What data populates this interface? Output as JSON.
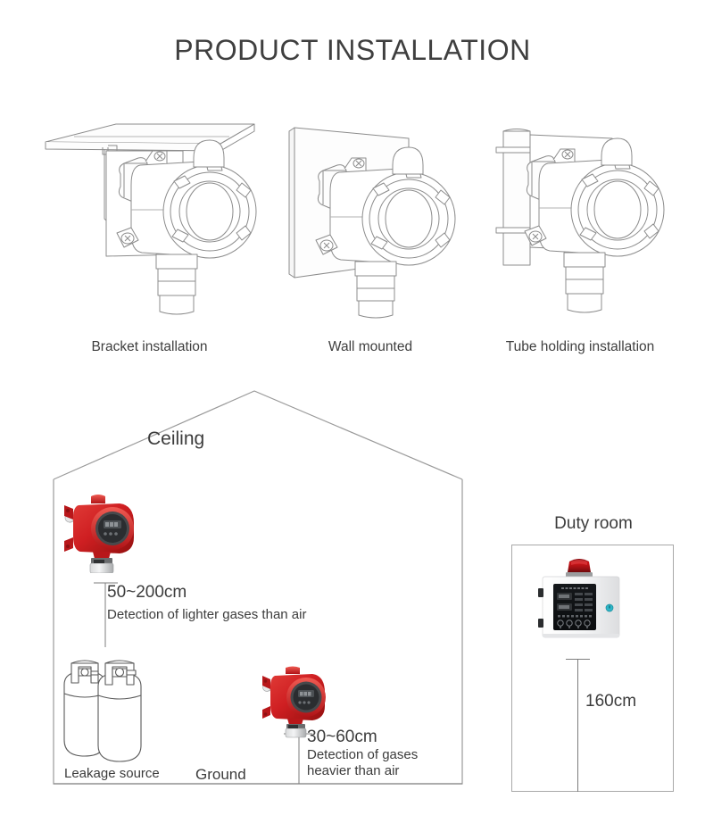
{
  "page": {
    "title": "PRODUCT INSTALLATION",
    "background_color": "#ffffff",
    "text_color": "#3c3c3c",
    "line_color": "#8c8c8c",
    "accent_red": "#c8191e",
    "panel_white": "#f2f2f2"
  },
  "installations": [
    {
      "id": "bracket",
      "caption": "Bracket installation",
      "icon": "gas-detector-bracket-icon"
    },
    {
      "id": "wall",
      "caption": "Wall mounted",
      "icon": "gas-detector-wall-icon"
    },
    {
      "id": "tube",
      "caption": "Tube holding installation",
      "icon": "gas-detector-tube-icon"
    }
  ],
  "room": {
    "ceiling_label": "Ceiling",
    "ground_label": "Ground",
    "leakage_label": "Leakage source",
    "upper_detector": {
      "dimension": "50~200cm",
      "description": "Detection of lighter gases than air",
      "icon": "red-gas-detector-icon"
    },
    "lower_detector": {
      "dimension": "30~60cm",
      "description": "Detection of gases heavier than air",
      "icon": "red-gas-detector-icon"
    },
    "leakage_source_icon": "gas-cylinders-icon"
  },
  "duty_room": {
    "label": "Duty room",
    "dimension": "160cm",
    "controller_icon": "alarm-control-panel-icon",
    "beacon_color": "#b8141a",
    "faceplate_color": "#111315",
    "indicator_color": "#2fb6c8"
  }
}
